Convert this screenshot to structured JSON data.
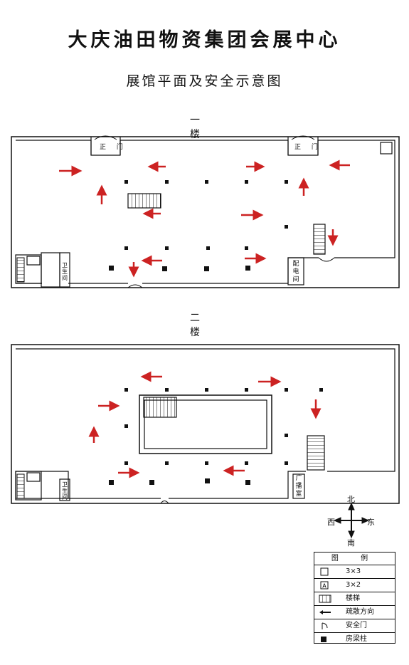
{
  "title": "大庆油田物资集团会展中心",
  "subtitle": "展馆平面及安全示意图",
  "floor1": {
    "label": "一 楼",
    "gate_left": "正 门",
    "gate_right": "正 门",
    "room_restroom": "卫生间",
    "room_power": "配电间"
  },
  "floor2": {
    "label": "二 楼",
    "room_restroom": "卫生间",
    "room_broadcast": "广播室"
  },
  "compass": {
    "north": "北",
    "south": "南",
    "east": "东",
    "west": "西"
  },
  "legend": {
    "header": "图 例",
    "items": [
      {
        "symbol": "square-outline-icon",
        "label": "3×3"
      },
      {
        "symbol": "square-a-icon",
        "label": "3×2"
      },
      {
        "symbol": "stairs-icon",
        "label": "楼梯"
      },
      {
        "symbol": "arrow-left-icon",
        "label": "疏散方向"
      },
      {
        "symbol": "safety-door-icon",
        "label": "安全门"
      },
      {
        "symbol": "filled-square-icon",
        "label": "房梁柱"
      }
    ]
  },
  "colors": {
    "arrow": "#cc2222",
    "line": "#111111"
  }
}
